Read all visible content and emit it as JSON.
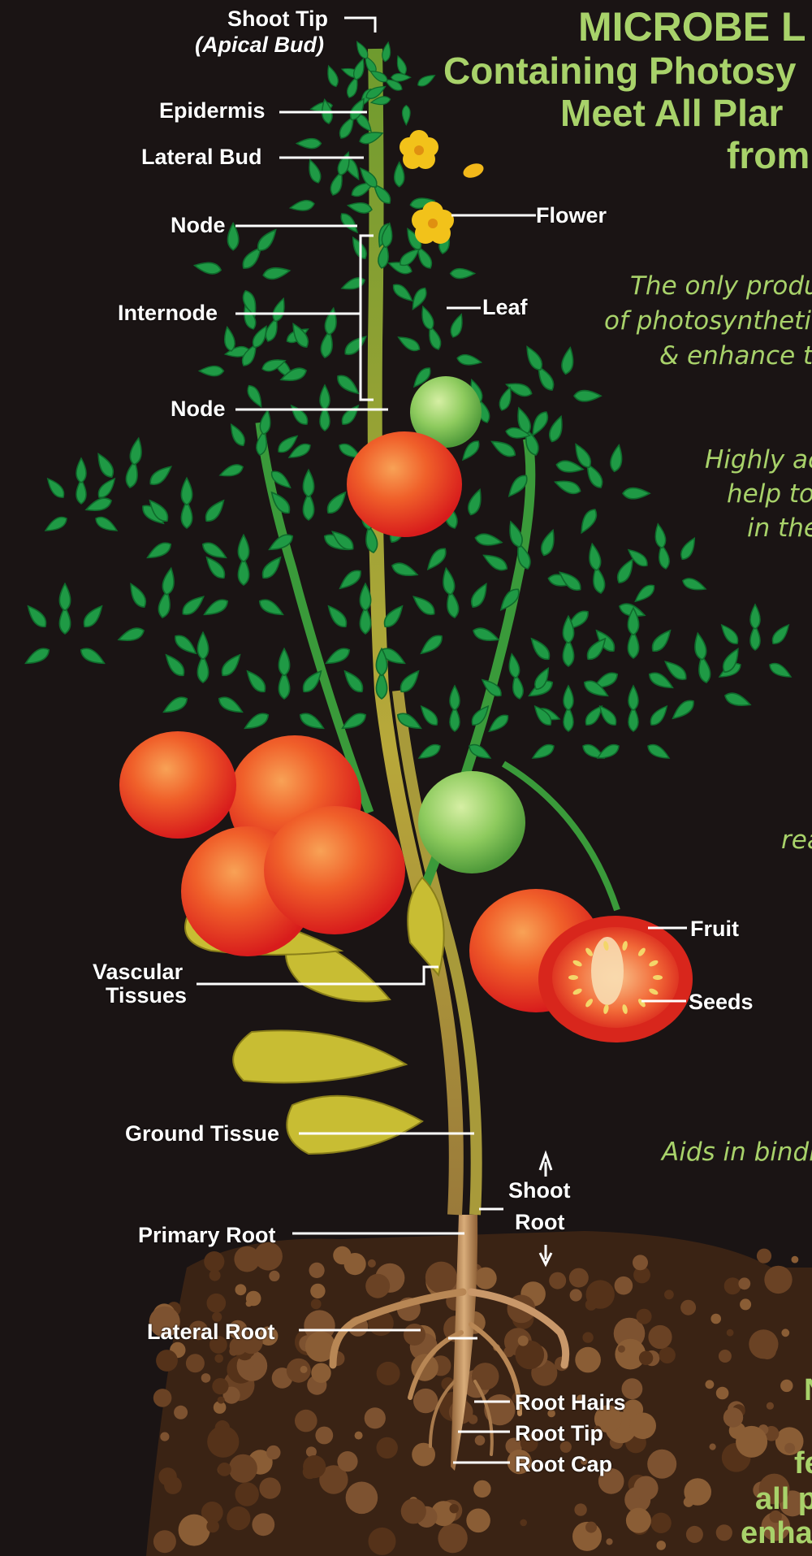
{
  "header": {
    "line1": "MICROBE L",
    "line2": "Containing Photosy",
    "line3": "Meet All Plar",
    "line4": "from"
  },
  "descriptions": {
    "d1_line1": "The only produc",
    "d1_line2": "of photosynthetic",
    "d1_line3": "& enhance th",
    "d2_line1": "Highly ac",
    "d2_line2": "help to",
    "d2_line3": "in the",
    "d3": "rea",
    "d4": "Aids in bindir"
  },
  "promo": {
    "l1": "N",
    "l2": "fe",
    "l3": "all p",
    "l4": "enha"
  },
  "labels": {
    "shoot_tip": "Shoot Tip",
    "apical_bud": "(Apical Bud)",
    "epidermis": "Epidermis",
    "lateral_bud": "Lateral Bud",
    "node_top": "Node",
    "flower": "Flower",
    "internode": "Internode",
    "leaf": "Leaf",
    "node_bottom": "Node",
    "fruit": "Fruit",
    "vascular_1": "Vascular",
    "vascular_2": "Tissues",
    "seeds": "Seeds",
    "ground_tissue": "Ground Tissue",
    "shoot": "Shoot",
    "root": "Root",
    "primary_root": "Primary Root",
    "lateral_root": "Lateral Root",
    "root_hairs": "Root Hairs",
    "root_tip": "Root Tip",
    "root_cap": "Root Cap"
  },
  "colors": {
    "background": "#1a1414",
    "accent_text": "#a8d26a",
    "leaf": "#1f9a45",
    "stem": "#3a9a3a",
    "tomato_red": "#e8301e",
    "tomato_green": "#7cc055",
    "soil": "#4a2d18",
    "root": "#b88755"
  }
}
